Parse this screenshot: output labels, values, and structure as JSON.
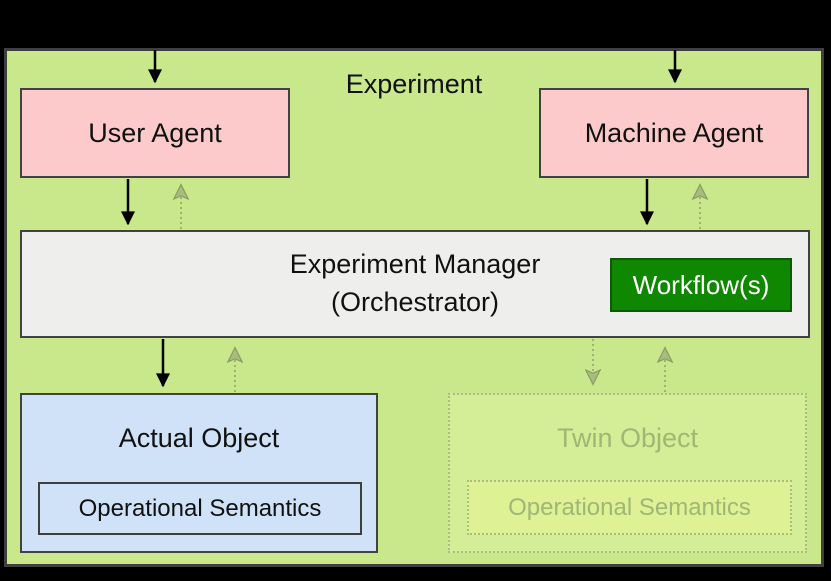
{
  "diagram": {
    "title": "Experiment",
    "nodes": {
      "user_agent": {
        "label": "User Agent"
      },
      "machine_agent": {
        "label": "Machine Agent"
      },
      "experiment_manager": {
        "line1": "Experiment Manager",
        "line2": "(Orchestrator)"
      },
      "workflow": {
        "label": "Workflow(s)"
      },
      "actual_object": {
        "label": "Actual Object",
        "sublabel": "Operational Semantics"
      },
      "twin_object": {
        "label": "Twin Object",
        "sublabel": "Operational Semantics",
        "state": "ghosted"
      }
    },
    "connections": [
      {
        "from": "external",
        "to": "user_agent",
        "style": "solid"
      },
      {
        "from": "external",
        "to": "machine_agent",
        "style": "solid"
      },
      {
        "from": "user_agent",
        "to": "experiment_manager",
        "style": "solid"
      },
      {
        "from": "experiment_manager",
        "to": "user_agent",
        "style": "dotted"
      },
      {
        "from": "machine_agent",
        "to": "experiment_manager",
        "style": "solid"
      },
      {
        "from": "experiment_manager",
        "to": "machine_agent",
        "style": "dotted"
      },
      {
        "from": "experiment_manager",
        "to": "actual_object",
        "style": "solid"
      },
      {
        "from": "actual_object",
        "to": "experiment_manager",
        "style": "dotted"
      },
      {
        "from": "experiment_manager",
        "to": "twin_object",
        "style": "dotted"
      },
      {
        "from": "twin_object",
        "to": "experiment_manager",
        "style": "dotted"
      }
    ],
    "colors": {
      "frame_black": "#000000",
      "panel_green": "#c9e88b",
      "panel_border": "#3f3f3f",
      "node_pink": "#fccaca",
      "node_border": "#424242",
      "manager_gray": "#eeeeec",
      "workflow_green": "#108700",
      "workflow_border": "#095c00",
      "object_blue": "#cfe2f7",
      "twin_fill": "#d4ee97",
      "twin_border": "#a9bd80",
      "twin_text": "#a0b675",
      "twin_inner_fill": "#def195",
      "ghost_arrow": "#9db173",
      "arrow_black": "#000000"
    }
  }
}
